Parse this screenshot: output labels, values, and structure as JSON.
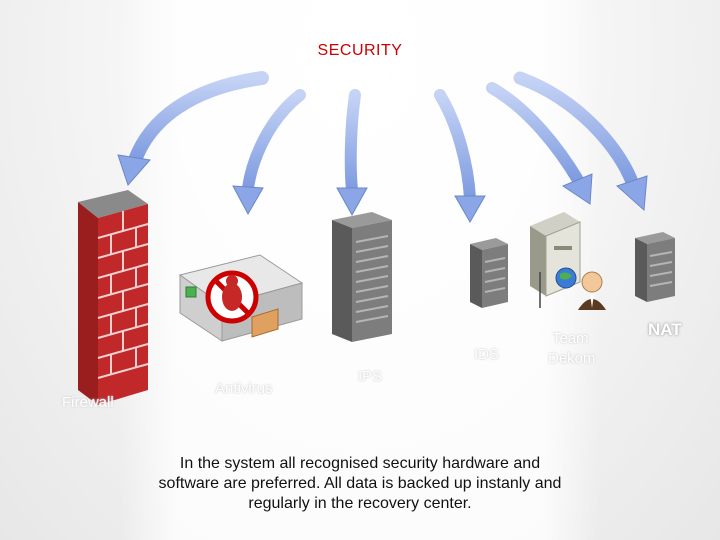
{
  "title": "SECURITY",
  "labels": {
    "firewall": "Firewall",
    "antivirus": "Antivirus",
    "ips": "IPS",
    "ids": "IDS",
    "team": "Team",
    "team2": "Dekom",
    "nat": "NAT"
  },
  "caption": {
    "line1": "In the system all recognised security hardware and",
    "line2": "software are preferred. All data is backed up  instanly and",
    "line3": "regularly in the recovery center."
  },
  "colors": {
    "title": "#cc0000",
    "arrow": "#8aa6e6",
    "brick": "#c0282a"
  },
  "icons": [
    "firewall-icon",
    "antivirus-appliance-icon",
    "server-icon",
    "server-small-icon",
    "workstation-user-icon",
    "nat-server-icon",
    "curved-arrow-icon"
  ]
}
